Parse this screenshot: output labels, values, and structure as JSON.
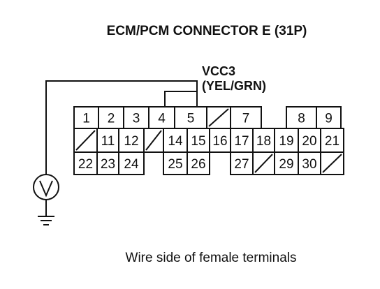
{
  "title": "ECM/PCM CONNECTOR E (31P)",
  "wire_label": {
    "signal": "VCC3",
    "color": "(YEL/GRN)"
  },
  "caption": "Wire side of female terminals",
  "meter_icon": "voltmeter-icon",
  "ground_icon": "ground-icon",
  "connector": {
    "rows": [
      [
        "1",
        "2",
        "3",
        "4",
        "5",
        "/",
        "7",
        "",
        "8",
        "9"
      ],
      [
        "/",
        "11",
        "12",
        "/",
        "14",
        "15",
        "16",
        "17",
        "18",
        "19",
        "20",
        "21"
      ],
      [
        "22",
        "23",
        "24",
        "",
        "25",
        "26",
        "",
        "27",
        "/",
        "29",
        "30",
        "/"
      ]
    ]
  }
}
